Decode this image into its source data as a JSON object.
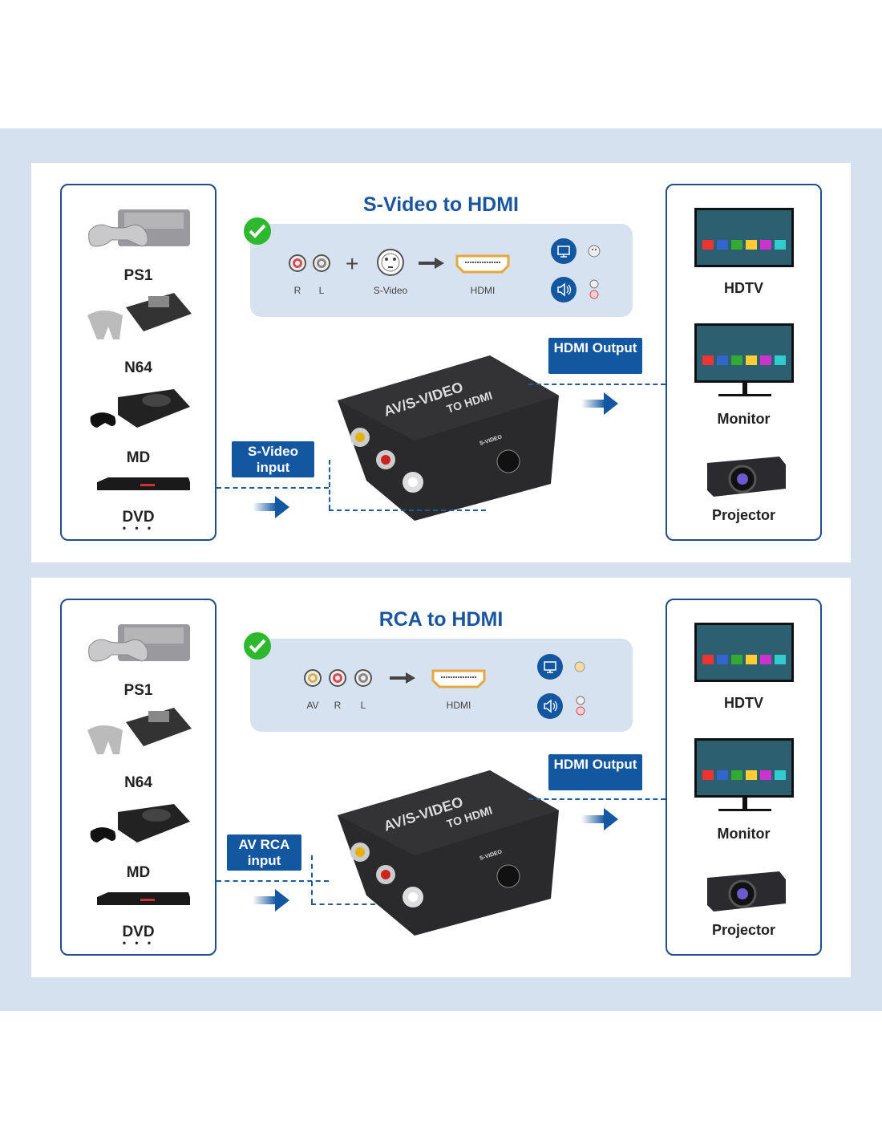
{
  "panels": [
    {
      "title": "S-Video to HDMI",
      "input_tag": "S-Video input",
      "output_tag": "HDMI Output",
      "connectors": [
        {
          "label": "R",
          "color": "#d94b55"
        },
        {
          "label": "L",
          "color": "#888888"
        },
        {
          "label": "+",
          "type": "plus"
        },
        {
          "label": "S-Video",
          "type": "svideo"
        },
        {
          "type": "arrow"
        },
        {
          "label": "HDMI",
          "type": "hdmi"
        }
      ],
      "video_indicator": "svideo",
      "audio_indicator": "rl"
    },
    {
      "title": "RCA to HDMI",
      "input_tag": "AV RCA input",
      "output_tag": "HDMI Output",
      "connectors": [
        {
          "label": "AV",
          "color": "#d9b04a"
        },
        {
          "label": "R",
          "color": "#d94b55"
        },
        {
          "label": "L",
          "color": "#888888"
        },
        {
          "type": "arrow"
        },
        {
          "label": "HDMI",
          "type": "hdmi"
        }
      ],
      "video_indicator": "av",
      "audio_indicator": "rl"
    }
  ],
  "sources": [
    "PS1",
    "N64",
    "MD",
    "DVD"
  ],
  "more": "• • •",
  "displays": [
    "HDTV",
    "Monitor",
    "Projector"
  ],
  "device": {
    "brand_line1": "AV/S-VIDEO",
    "brand_line2": "TO HDMI",
    "port_label": "S-VIDEO"
  },
  "colors": {
    "accent": "#1257a0",
    "check": "#2db82d",
    "band": "#d5e1ee"
  }
}
